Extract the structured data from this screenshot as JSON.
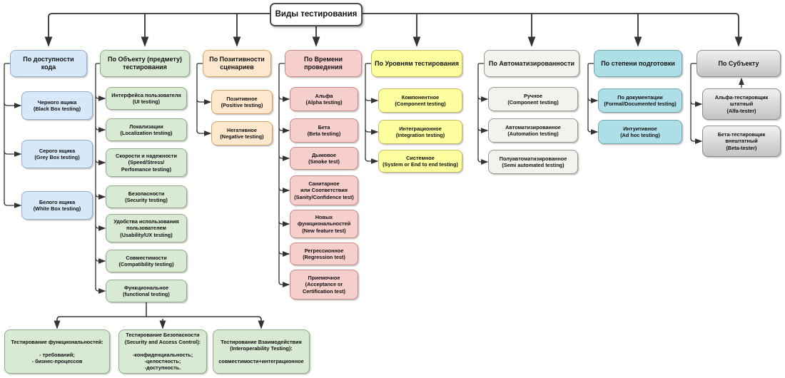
{
  "root": {
    "label": "Виды тестирования"
  },
  "palette": {
    "connector": "#333333",
    "root_fill": "#ffffff",
    "root_stroke": "#4d4d4d",
    "blue": {
      "fill": "#d7e8f9",
      "stroke": "#93aecb"
    },
    "green": {
      "fill": "#d8ead3",
      "stroke": "#8fab86"
    },
    "orange": {
      "fill": "#fde7cd",
      "stroke": "#d8a368"
    },
    "red": {
      "fill": "#f6cecc",
      "stroke": "#c98a84"
    },
    "yellow": {
      "fill": "#feff9e",
      "stroke": "#c9b964"
    },
    "beige": {
      "fill": "#f4f2ec",
      "stroke": "#99978f"
    },
    "cyan": {
      "fill": "#aedfe6",
      "stroke": "#74a7ad"
    },
    "gray": {
      "fill": "#f0f0f0",
      "fill2": "#c3c3c3",
      "stroke": "#8c8c8c"
    }
  },
  "columns": [
    {
      "id": "code-access",
      "color": "blue",
      "header": [
        "По доступности",
        "кода"
      ],
      "children": [
        [
          "Черного ящика",
          "(Black Box testing)"
        ],
        [
          "Серого ящика",
          "(Grey Box testing)"
        ],
        [
          "Белого ящика",
          "(White Box testing)"
        ]
      ]
    },
    {
      "id": "test-object",
      "color": "green",
      "header": [
        "По Объекту (предмету)",
        "тестирования"
      ],
      "children": [
        [
          "Интерфейса пользователя",
          "(UI testing)"
        ],
        [
          "Локализации",
          "(Localization testing)"
        ],
        [
          "Скорости и надежности",
          "(Speed/Stress/",
          "Perfomance testing)"
        ],
        [
          "Безопасности",
          "(Security testing)"
        ],
        [
          "Удобства использования",
          "пользователем",
          "(Usability/UX testing)"
        ],
        [
          "Совместимости",
          "(Compatibility testing)"
        ],
        [
          "Функциональное",
          "(functional testing)"
        ]
      ]
    },
    {
      "id": "scenario-positivity",
      "color": "orange",
      "header": [
        "По Позитивности",
        "сценариев"
      ],
      "children": [
        [
          "Позитивное",
          "(Positive testing)"
        ],
        [
          "Негативное",
          "(Negative testing)"
        ]
      ]
    },
    {
      "id": "execution-time",
      "color": "red",
      "header": [
        "По Времени",
        "проведения"
      ],
      "children": [
        [
          "Альфа",
          "(Alpha testing)"
        ],
        [
          "Бета",
          "(Beta testing)"
        ],
        [
          "Дымовое",
          "(Smoke test)"
        ],
        [
          "Санитарное",
          "или Соответствия",
          "(Sanity/Confidence test)"
        ],
        [
          "Новых",
          "функциональностей",
          "(New feature test)"
        ],
        [
          "Регрессионное",
          "(Regression test)"
        ],
        [
          "Приемочное",
          "(Acceptance or",
          "Certification test)"
        ]
      ]
    },
    {
      "id": "test-levels",
      "color": "yellow",
      "header": [
        "По Уровням тестирования"
      ],
      "children": [
        [
          "Компонентное",
          "(Component testing)"
        ],
        [
          "Интеграционное",
          "(Integration testing)"
        ],
        [
          "Системное",
          "(System or End to end testing)"
        ]
      ]
    },
    {
      "id": "automation-degree",
      "color": "beige",
      "header": [
        "По Автоматизированности"
      ],
      "children": [
        [
          "Ручное",
          "(Component testing)"
        ],
        [
          "Автоматизированное",
          "(Automation testing)"
        ],
        [
          "Полуавтоматизированное",
          "(Semi automated testing)"
        ]
      ]
    },
    {
      "id": "preparation-degree",
      "color": "cyan",
      "header": [
        "По степени подготовки"
      ],
      "children": [
        [
          "По документации",
          "(Formal/Documented testing)"
        ],
        [
          "Интуитивное",
          "(Ad hoc testing)"
        ]
      ]
    },
    {
      "id": "subject",
      "color": "gray",
      "header": [
        "По Субъекту"
      ],
      "children": [
        [
          "Альфа-тестировщик",
          "штатный",
          "(Alfa-tester)"
        ],
        [
          "Бета-тестировщик",
          "внештатный",
          "(Beta-tester)"
        ]
      ]
    }
  ],
  "functional_subtypes": [
    {
      "lines": [
        "Тестирование функциональностей:",
        "",
        "- требований;",
        "- бизнес-процессов"
      ]
    },
    {
      "lines": [
        "Тестирование Безопасности",
        "(Security and Access Control):",
        "",
        "-конфиденциальность;",
        "-целостность;",
        "-доступность."
      ]
    },
    {
      "lines": [
        "Тестирование Взаимодействия",
        "(Interoperability Testing):",
        "",
        "совместимости+интеграционное"
      ]
    }
  ]
}
